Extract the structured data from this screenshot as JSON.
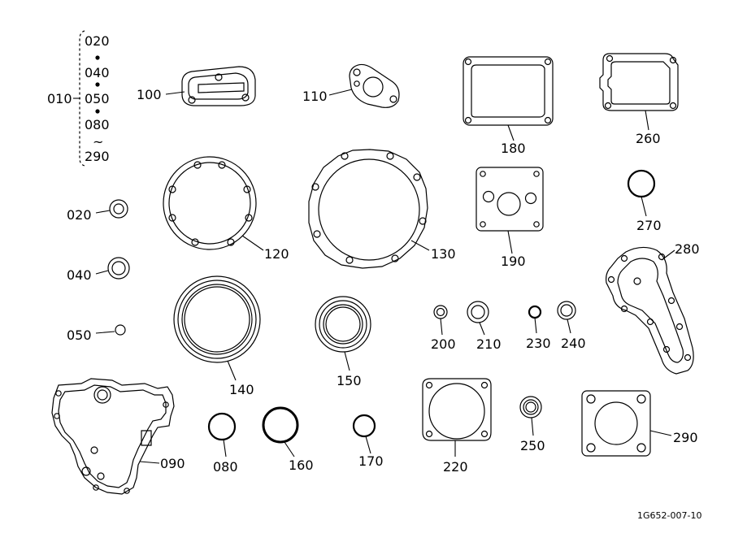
{
  "kit": {
    "label": "010",
    "items": [
      "020",
      "040",
      "050",
      "080",
      "290"
    ],
    "range_symbol": "~"
  },
  "callouts": {
    "c020": "020",
    "c040": "040",
    "c050": "050",
    "c080": "080",
    "c090": "090",
    "c100": "100",
    "c110": "110",
    "c120": "120",
    "c130": "130",
    "c140": "140",
    "c150": "150",
    "c160": "160",
    "c170": "170",
    "c180": "180",
    "c190": "190",
    "c200": "200",
    "c210": "210",
    "c220": "220",
    "c230": "230",
    "c240": "240",
    "c250": "250",
    "c260": "260",
    "c270": "270",
    "c280": "280",
    "c290": "290"
  },
  "figure_id": "1G652-007-10"
}
